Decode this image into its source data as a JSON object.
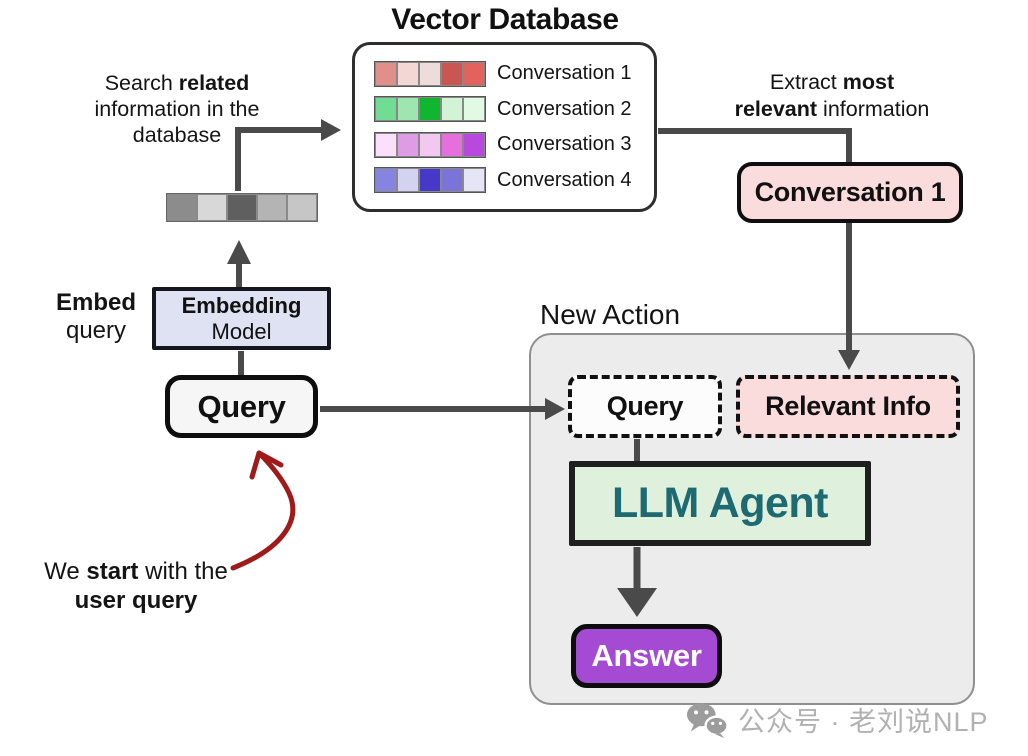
{
  "colors": {
    "line": "#4a4a4a",
    "red_arrow": "#9e1b1a",
    "panel_bg": "#ececec",
    "panel_border": "#8f8f8f",
    "lavender_fill": "#dfe2f2",
    "pink_fill": "#fadcdc",
    "green_fill": "#dff0dd",
    "teal_text": "#1e6a72",
    "purple_fill": "#a44ad3"
  },
  "vector_database": {
    "title": "Vector Database",
    "rows": [
      {
        "label": "Conversation 1",
        "cells": [
          "#e08f8a",
          "#f2d7d5",
          "#eedcda",
          "#c95650",
          "#e2635e"
        ]
      },
      {
        "label": "Conversation 2",
        "cells": [
          "#71dc94",
          "#9fe5af",
          "#10b62f",
          "#d2f3d6",
          "#e2fae4"
        ]
      },
      {
        "label": "Conversation 3",
        "cells": [
          "#fbdffb",
          "#dd9ce4",
          "#f2c8f0",
          "#e570dd",
          "#b949dd"
        ]
      },
      {
        "label": "Conversation 4",
        "cells": [
          "#8783e0",
          "#d3d2f0",
          "#4639c8",
          "#7b74d8",
          "#e6e5f5"
        ]
      }
    ]
  },
  "query_embedding_cells": [
    "#8c8c8c",
    "#d8d8d8",
    "#5f5f5f",
    "#b4b4b4",
    "#c6c6c6"
  ],
  "labels": {
    "search_line1_normal": "Search ",
    "search_line1_bold": "related",
    "search_line2": "information in the",
    "search_line3": "database",
    "embed_bold": "Embed",
    "embed_normal": "query",
    "embedding_box_line1": "Embedding",
    "embedding_box_line2": "Model",
    "query_box": "Query",
    "start_normal1": "We ",
    "start_bold1": "start",
    "start_normal2": " with the",
    "start_bold2": "user query",
    "extract_normal1": "Extract ",
    "extract_bold1": "most",
    "extract_bold2": "relevant",
    "extract_normal2": " information",
    "conversation1_box": "Conversation 1",
    "new_action": "New Action",
    "dashed_query": "Query",
    "relevant_info": "Relevant Info",
    "llm_agent": "LLM Agent",
    "answer": "Answer",
    "watermark": "公众号 · 老刘说NLP"
  }
}
